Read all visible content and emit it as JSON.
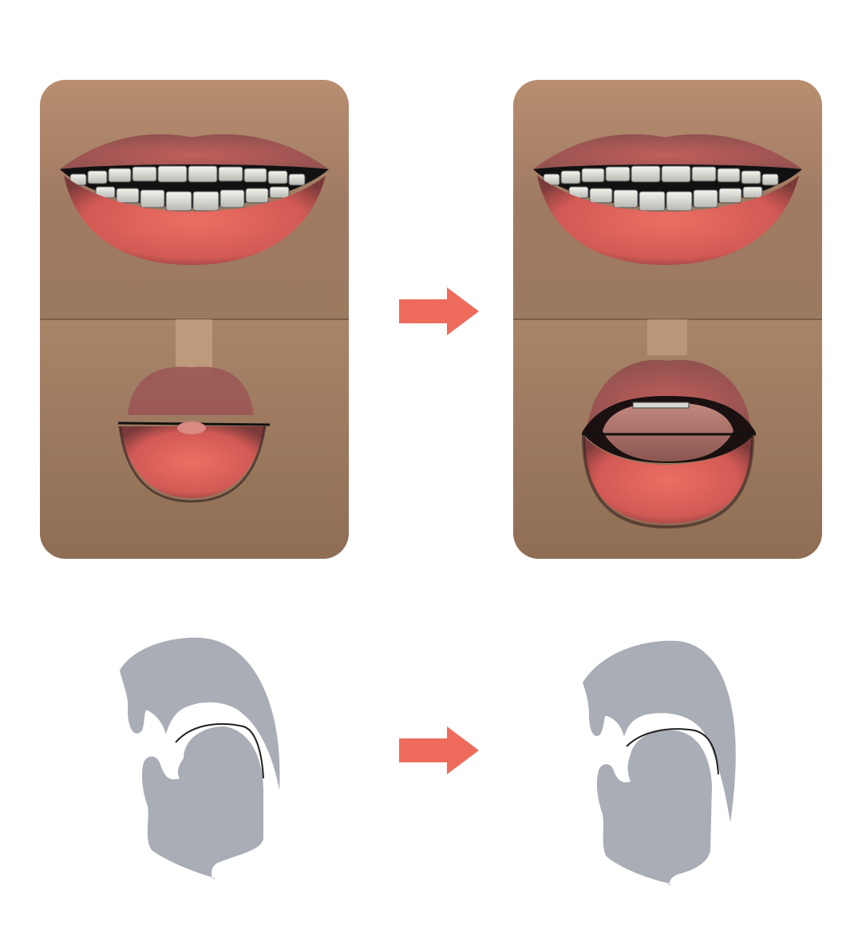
{
  "colors": {
    "arrow": "#ee6b5b",
    "skin_light": "#c79a7a",
    "skin_dark": "#8c6a52",
    "lip": "#e0665f",
    "lip_dark": "#b8424a",
    "tooth": "#e8e8e2",
    "tongue": "#b57a72",
    "section_fill": "#a9adb5",
    "section_line": "#202020"
  },
  "panels": [
    {
      "position": "left",
      "top_mouth": "smile-teeth",
      "bottom_mouth": "rounded-lips"
    },
    {
      "position": "right",
      "top_mouth": "smile-teeth",
      "bottom_mouth": "open-tongue"
    }
  ],
  "arrows": [
    {
      "direction": "right-icon"
    },
    {
      "direction": "right-icon"
    }
  ],
  "sections": [
    {
      "position": "left",
      "icon": "vocal-tract-section-icon"
    },
    {
      "position": "right",
      "icon": "vocal-tract-section-icon"
    }
  ]
}
